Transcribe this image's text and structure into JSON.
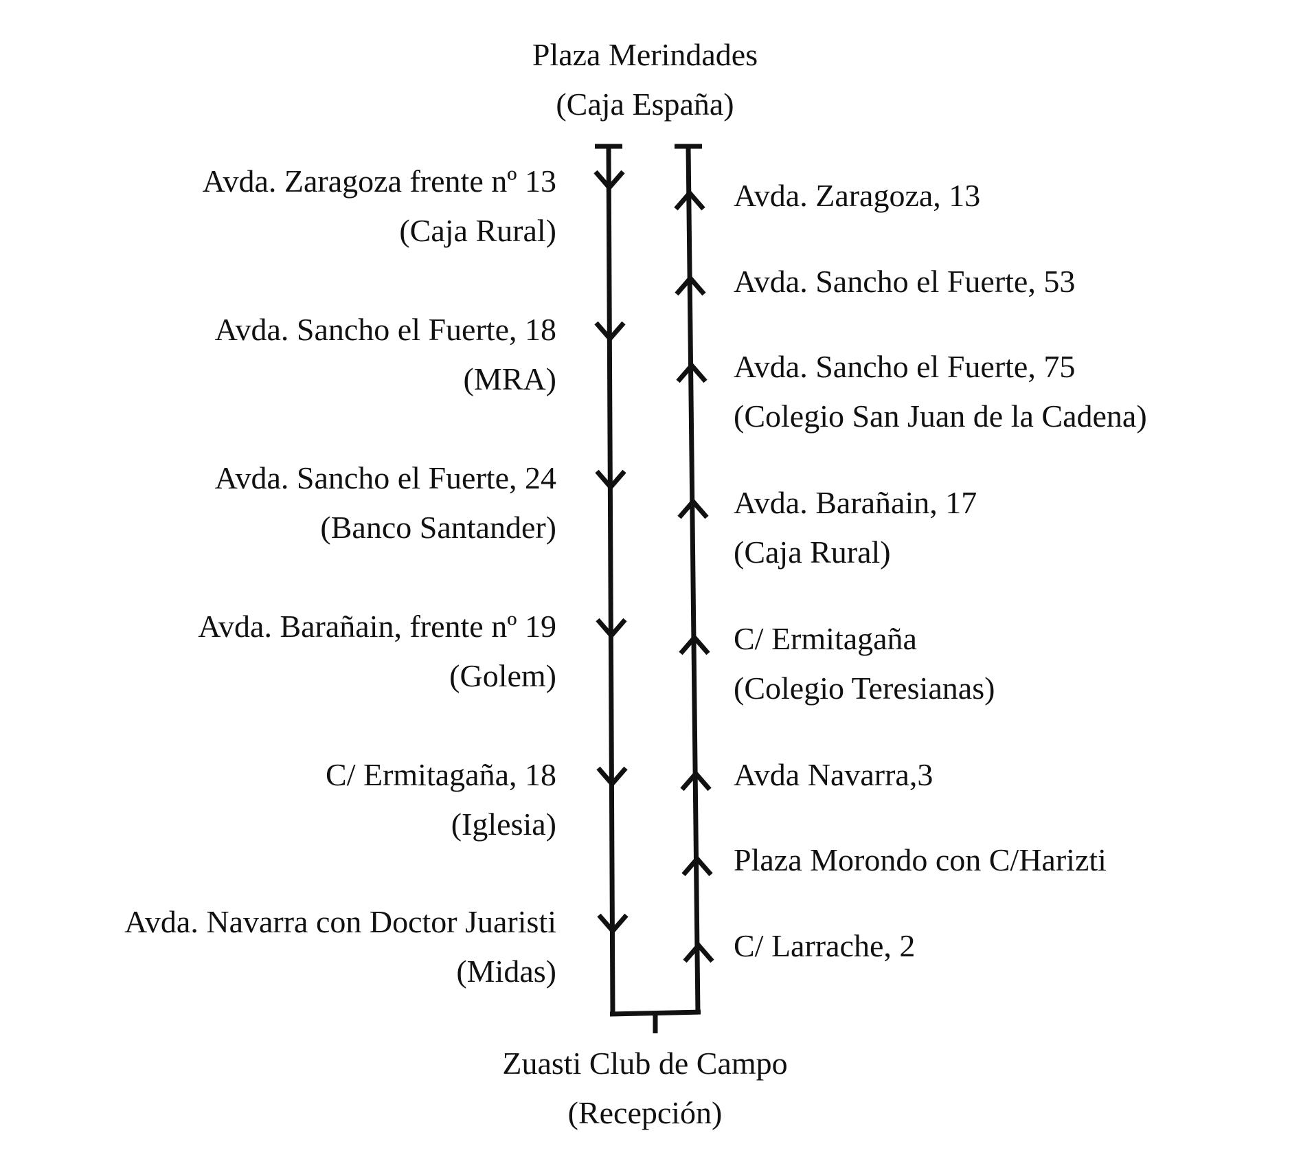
{
  "origin": {
    "name": "Plaza Merindades",
    "detail": "(Caja España)"
  },
  "destination": {
    "name": "Zuasti Club de Campo",
    "detail": "(Recepción)"
  },
  "outbound_stops": [
    {
      "name": "Avda. Zaragoza frente nº 13",
      "detail": "(Caja Rural)"
    },
    {
      "name": "Avda. Sancho el Fuerte, 18",
      "detail": "(MRA)"
    },
    {
      "name": "Avda. Sancho el Fuerte, 24",
      "detail": "(Banco Santander)"
    },
    {
      "name": "Avda. Barañain, frente nº 19",
      "detail": "(Golem)"
    },
    {
      "name": "C/ Ermitagaña, 18",
      "detail": "(Iglesia)"
    },
    {
      "name": "Avda. Navarra con Doctor Juaristi",
      "detail": "(Midas)"
    }
  ],
  "return_stops": [
    {
      "name": "Avda. Zaragoza, 13",
      "detail": ""
    },
    {
      "name": "Avda. Sancho el Fuerte, 53",
      "detail": ""
    },
    {
      "name": "Avda. Sancho el Fuerte, 75",
      "detail": "(Colegio San Juan de la Cadena)"
    },
    {
      "name": "Avda. Barañain, 17",
      "detail": "(Caja Rural)"
    },
    {
      "name": "C/ Ermitagaña",
      "detail": "(Colegio Teresianas)"
    },
    {
      "name": "Avda Navarra,3",
      "detail": ""
    },
    {
      "name": "Plaza Morondo con C/Harizti",
      "detail": ""
    },
    {
      "name": "C/ Larrache, 2",
      "detail": ""
    }
  ]
}
